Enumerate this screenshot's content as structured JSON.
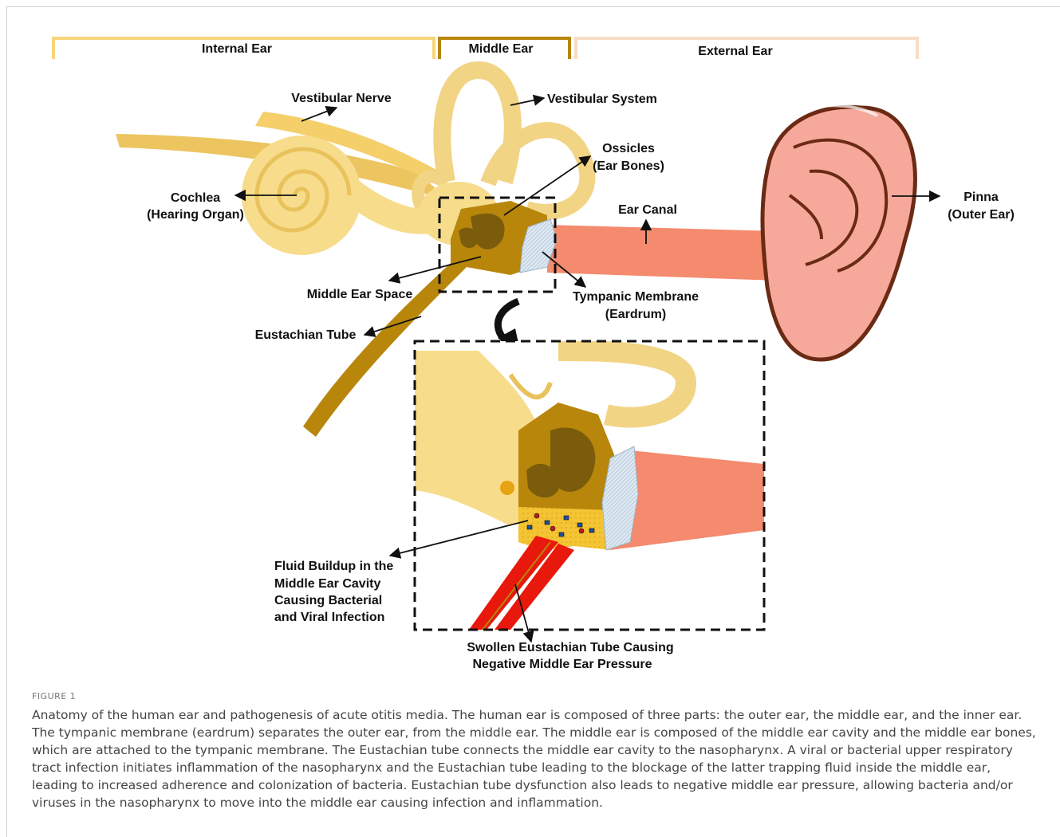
{
  "sections": {
    "internal": "Internal Ear",
    "middle": "Middle Ear",
    "external": "External Ear"
  },
  "labels": {
    "vestibular_nerve": "Vestibular Nerve",
    "vestibular_system": "Vestibular System",
    "ossicles_1": "Ossicles",
    "ossicles_2": "(Ear Bones)",
    "cochlea_1": "Cochlea",
    "cochlea_2": "(Hearing Organ)",
    "ear_canal": "Ear Canal",
    "pinna_1": "Pinna",
    "pinna_2": "(Outer Ear)",
    "middle_ear_space": "Middle Ear Space",
    "tympanic_1": "Tympanic Membrane",
    "tympanic_2": "(Eardrum)",
    "eustachian_tube": "Eustachian Tube",
    "fluid_1": "Fluid Buildup in the",
    "fluid_2": "Middle Ear Cavity",
    "fluid_3": "Causing Bacterial",
    "fluid_4": "and Viral Infection",
    "swollen_1": "Swollen Eustachian Tube Causing",
    "swollen_2": "Negative Middle Ear Pressure"
  },
  "colors": {
    "inner_ear": "#f7dc8c",
    "middle_ear": "#b8860b",
    "ossicles": "#7a5c0c",
    "ear_canal": "#f48a6e",
    "pinna": "#f6a99b",
    "pinna_edge": "#6b2a14",
    "eardrum": "#dce8f2",
    "fluid": "#f3c433",
    "swollen_tube": "#e8180c"
  },
  "caption": {
    "label": "FIGURE 1",
    "text": "Anatomy of the human ear and pathogenesis of acute otitis media. The human ear is composed of three parts: the outer ear, the middle ear, and the inner ear. The tympanic membrane (eardrum) separates the outer ear, from the middle ear. The middle ear is composed of the middle ear cavity and the middle ear bones, which are attached to the tympanic membrane. The Eustachian tube connects the middle ear cavity to the nasopharynx. A viral or bacterial upper respiratory tract infection initiates inflammation of the nasopharynx and the Eustachian tube leading to the blockage of the latter trapping fluid inside the middle ear, leading to increased adherence and colonization of bacteria. Eustachian tube dysfunction also leads to negative middle ear pressure, allowing bacteria and/or viruses in the nasopharynx to move into the middle ear causing infection and inflammation."
  }
}
